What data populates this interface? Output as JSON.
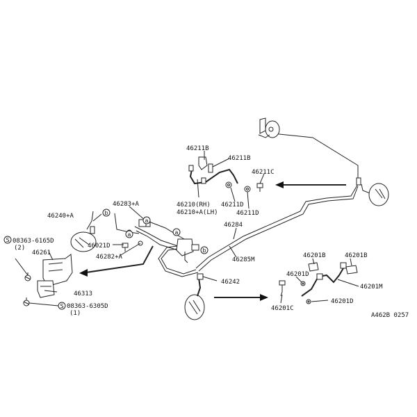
{
  "diagram": {
    "labels": {
      "p46211B_a": "46211B",
      "p46211B_b": "46211B",
      "p46211C": "46211C",
      "p46210_rh": "46210(RH)",
      "p46210_lh": "46210+A(LH)",
      "p46211D_a": "46211D",
      "p46211D_b": "46211D",
      "p46283A": "46283+A",
      "p46240A": "46240+A",
      "p46284": "46284",
      "p46285M": "46285M",
      "p46021D": "46021D",
      "p46282A": "46282+A",
      "p08363_6165D": "08363-6165D",
      "p08363_6165D_qty": "(2)",
      "p46261": "46261",
      "p46313": "46313",
      "p08363_6305D": "08363-6305D",
      "p08363_6305D_qty": "(1)",
      "p46242": "46242",
      "p46201B_a": "46201B",
      "p46201B_b": "46201B",
      "p46201D_a": "46201D",
      "p46201D_b": "46201D",
      "p46201M": "46201M",
      "p46201C": "46201C",
      "ref_code": "A462B 0257"
    },
    "screw_symbol": "S",
    "callouts": {
      "a": "a",
      "b": "b"
    }
  }
}
